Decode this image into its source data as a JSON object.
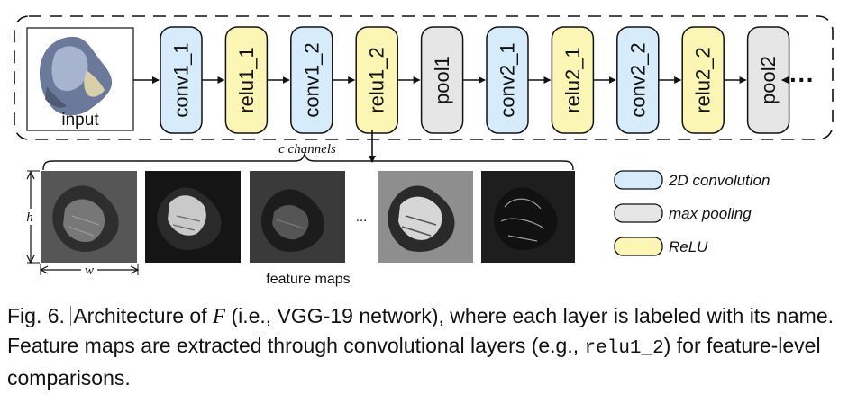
{
  "pipeline": {
    "input_label": "input",
    "layers": [
      {
        "label": "conv1_1",
        "kind": "conv"
      },
      {
        "label": "relu1_1",
        "kind": "relu"
      },
      {
        "label": "conv1_2",
        "kind": "conv"
      },
      {
        "label": "relu1_2",
        "kind": "relu"
      },
      {
        "label": "pool1",
        "kind": "pool"
      },
      {
        "label": "conv2_1",
        "kind": "conv"
      },
      {
        "label": "relu2_1",
        "kind": "relu"
      },
      {
        "label": "conv2_2",
        "kind": "conv"
      },
      {
        "label": "relu2_2",
        "kind": "relu"
      },
      {
        "label": "pool2",
        "kind": "pool"
      }
    ],
    "ellipsis": "···"
  },
  "feature_maps": {
    "channels_label": "c channels",
    "height_label": "h",
    "width_label": "w",
    "gap_label": "...",
    "caption": "feature maps"
  },
  "legend": [
    {
      "kind": "conv",
      "label": "2D convolution"
    },
    {
      "kind": "pool",
      "label": "max pooling"
    },
    {
      "kind": "relu",
      "label": "ReLU"
    }
  ],
  "colors": {
    "conv": "#d6ecfb",
    "relu": "#fbf6b4",
    "pool": "#e6e6e6",
    "stroke": "#111111"
  },
  "figure_caption": {
    "prefix": "Fig. 6.",
    "part1": "Architecture of ",
    "symbol": "F",
    "part2": " (i.e., VGG-19 network), where each layer is labeled with its name. Feature maps are extracted through convolutional layers (e.g., ",
    "code": "relu1_2",
    "part3": ") for feature-level comparisons."
  }
}
